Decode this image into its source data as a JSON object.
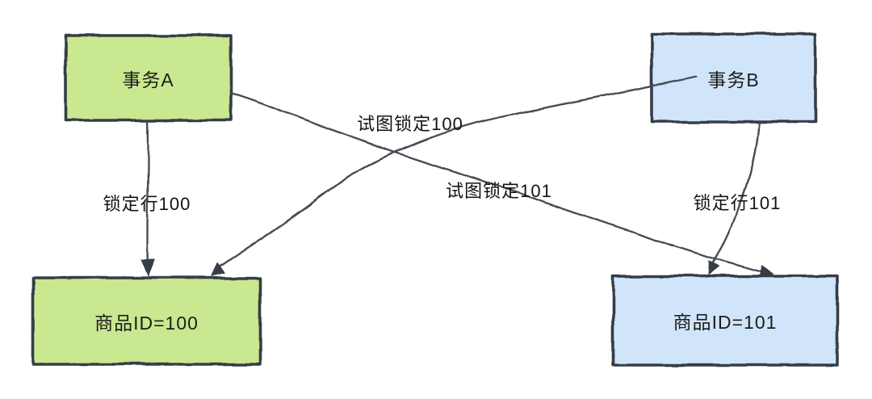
{
  "diagram": {
    "title_hint": "transaction deadlock diagram",
    "colors": {
      "background": "#ffffff",
      "green_fill": "#c9e88f",
      "blue_fill": "#d0e5f9",
      "shape_border": "#363c46",
      "connector": "#474d57",
      "text": "#1c1c1c"
    },
    "nodes": [
      {
        "id": "txn-a",
        "label": "事务A",
        "fill": "#c9e88f"
      },
      {
        "id": "txn-b",
        "label": "事务B",
        "fill": "#d0e5f9"
      },
      {
        "id": "item-100",
        "label": "商品ID=100",
        "fill": "#c9e88f"
      },
      {
        "id": "item-101",
        "label": "商品ID=101",
        "fill": "#d0e5f9"
      }
    ],
    "edges": [
      {
        "from": "txn-a",
        "to": "item-100",
        "label": "锁定行100"
      },
      {
        "from": "txn-b",
        "to": "item-100",
        "label": "试图锁定100"
      },
      {
        "from": "txn-a",
        "to": "item-101",
        "label": "试图锁定101"
      },
      {
        "from": "txn-b",
        "to": "item-101",
        "label": "锁定行101"
      }
    ]
  }
}
